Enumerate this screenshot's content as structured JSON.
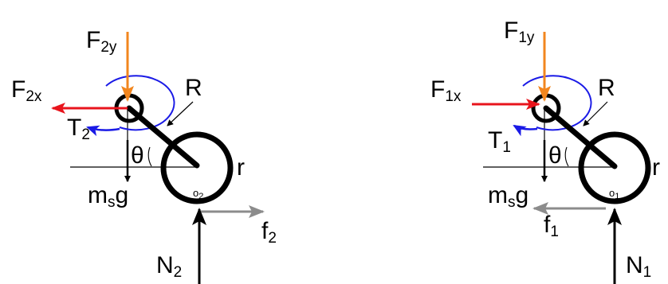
{
  "colors": {
    "red": "#e8141c",
    "orange": "#f2861e",
    "blue": "#1a1ae6",
    "gray": "#8c8c8c",
    "black": "#000000"
  },
  "left": {
    "fy": {
      "main": "F",
      "sub": "2y"
    },
    "fx": {
      "main": "F",
      "sub": "2x"
    },
    "t": {
      "main": "T",
      "sub": "2"
    },
    "theta": "θ",
    "r_big": "R",
    "r_small": "r",
    "weight": {
      "main": "m",
      "sub": "s",
      "tail": "g"
    },
    "origin": "o",
    "origin_sub": "2",
    "f": {
      "main": "f",
      "sub": "2"
    },
    "n": {
      "main": "N",
      "sub": "2"
    }
  },
  "right": {
    "fy": {
      "main": "F",
      "sub": "1y"
    },
    "fx": {
      "main": "F",
      "sub": "1x"
    },
    "t": {
      "main": "T",
      "sub": "1"
    },
    "theta": "θ",
    "r_big": "R",
    "r_small": "r",
    "weight": {
      "main": "m",
      "sub": "s",
      "tail": "g"
    },
    "origin": "o",
    "origin_sub": "1",
    "f": {
      "main": "f",
      "sub": "1"
    },
    "n": {
      "main": "N",
      "sub": "1"
    }
  }
}
